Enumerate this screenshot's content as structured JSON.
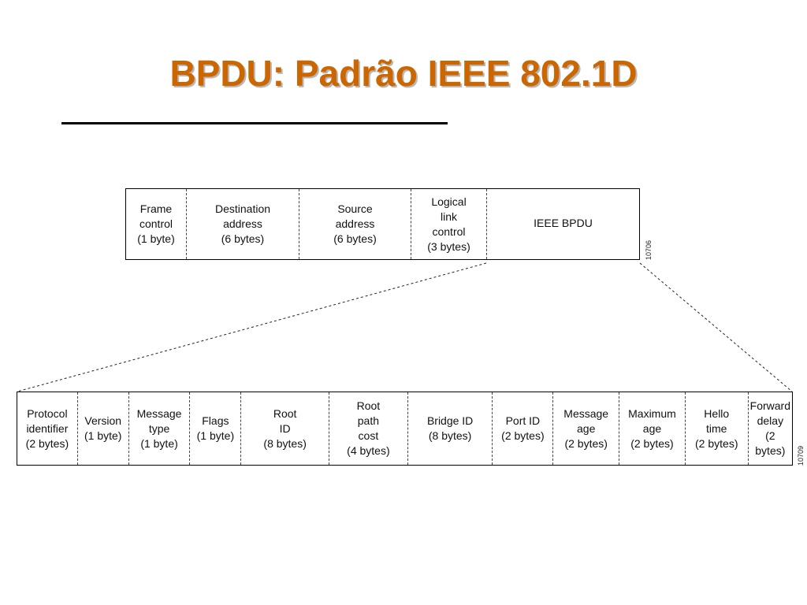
{
  "slide": {
    "title": "BPDU: Padrão IEEE 802.1D"
  },
  "frame_top": {
    "figure_id": "10706",
    "fields": [
      "Frame\ncontrol\n(1 byte)",
      "Destination\naddress\n(6 bytes)",
      "Source\naddress\n(6 bytes)",
      "Logical\nlink\ncontrol\n(3 bytes)",
      "IEEE BPDU"
    ]
  },
  "frame_bottom": {
    "figure_id": "10709",
    "fields": [
      "Protocol\nidentifier\n(2 bytes)",
      "Version\n(1 byte)",
      "Message\ntype\n(1 byte)",
      "Flags\n(1 byte)",
      "Root\nID\n(8 bytes)",
      "Root\npath\ncost\n(4 bytes)",
      "Bridge ID\n(8 bytes)",
      "Port ID\n(2 bytes)",
      "Message\nage\n(2 bytes)",
      "Maximum\nage\n(2 bytes)",
      "Hello\ntime\n(2 bytes)",
      "Forward\ndelay\n(2 bytes)"
    ]
  }
}
